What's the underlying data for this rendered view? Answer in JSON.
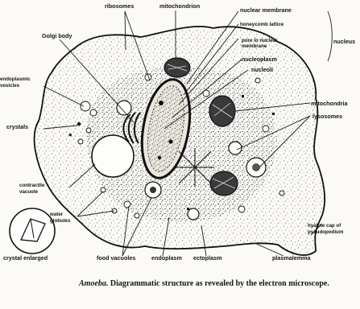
{
  "diagram": {
    "labels": {
      "ribosomes": "ribosomes",
      "mitochondrion": "mitochondrion",
      "nuclear_membrane": "nuclear membrane",
      "honeycomb_lattice": "honeycomb lattice",
      "pore_in_nuclear_membrane": "pore in nuclear membrane",
      "nucleoplasm": "nucleoplasm",
      "nucleoli": "nucleoli",
      "nucleus": "nucleus",
      "golgi_body": "Golgi body",
      "endoplasmic_vesicles": "endoplasmic vesicles",
      "crystals": "crystals",
      "mitochondria": "mitochondria",
      "lysosomes": "lysosomes",
      "contractile_vacuole": "contractile vacuole",
      "water_globules": "water globules",
      "crystal_enlarged": "crystal enlarged",
      "food_vacuoles": "food vacuoles",
      "endoplasm": "endoplasm",
      "ectoplasm": "ectoplasm",
      "plasmalemma": "plasmalemma",
      "hyaline_cap": "hyaline cap of pseudopodium"
    },
    "caption": {
      "species": "Amoeba.",
      "text": " Diagrammatic structure as revealed by the electron microscope."
    }
  }
}
